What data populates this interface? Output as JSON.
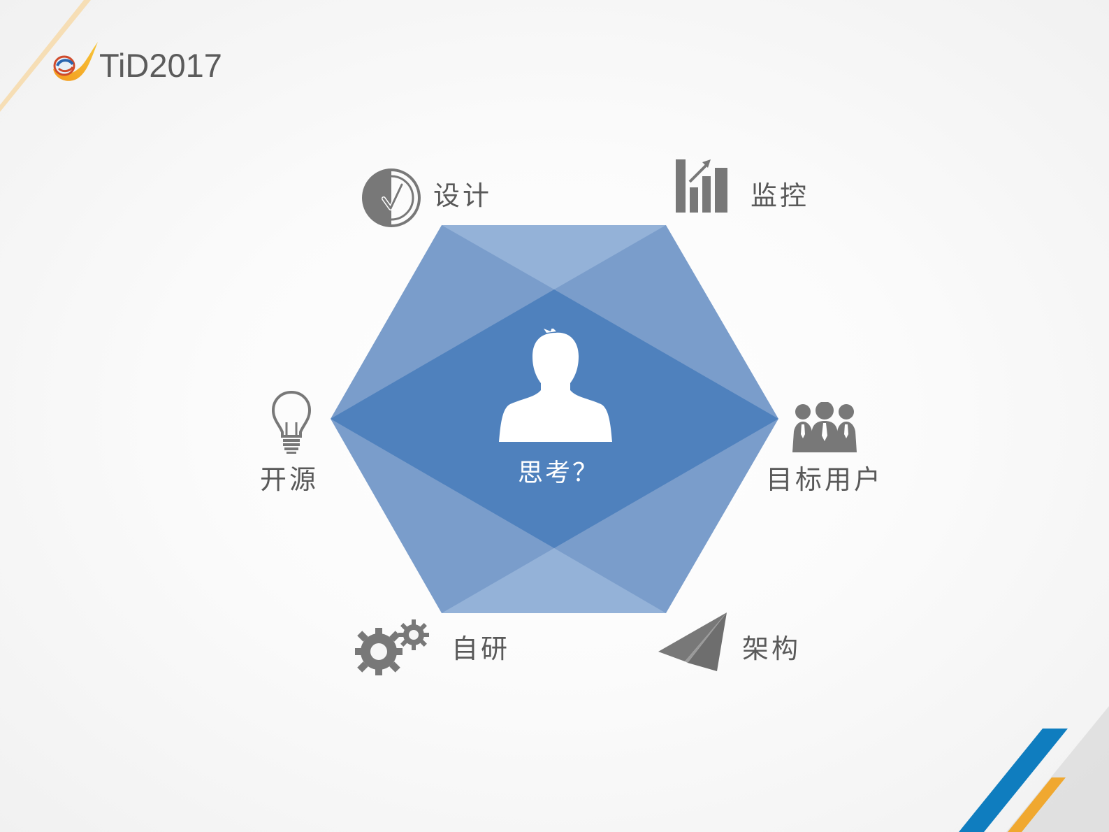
{
  "logo": {
    "text": "TiD2017",
    "mark_icon": "flame-swoosh-logo-icon"
  },
  "diagram": {
    "center": {
      "label": "思考？",
      "icon": "person-silhouette-icon"
    },
    "nodes": [
      {
        "id": "design",
        "label": "设计",
        "icon": "clock-check-icon"
      },
      {
        "id": "monitor",
        "label": "监控",
        "icon": "bar-chart-growth-icon"
      },
      {
        "id": "open-source",
        "label": "开源",
        "icon": "lightbulb-icon"
      },
      {
        "id": "target-users",
        "label": "目标用户",
        "icon": "user-group-icon"
      },
      {
        "id": "in-house",
        "label": "自研",
        "icon": "gears-icon"
      },
      {
        "id": "architecture",
        "label": "架构",
        "icon": "paper-plane-icon"
      }
    ]
  },
  "colors": {
    "hex_dark": "#4f81bd",
    "hex_mid": "#7a9dcb",
    "hex_light": "#94b2d8",
    "icon_gray": "#787878",
    "label_gray": "#595959",
    "accent_blue": "#0f7dbf",
    "accent_orange": "#f0a830",
    "accent_gray": "#d8d8d8"
  }
}
